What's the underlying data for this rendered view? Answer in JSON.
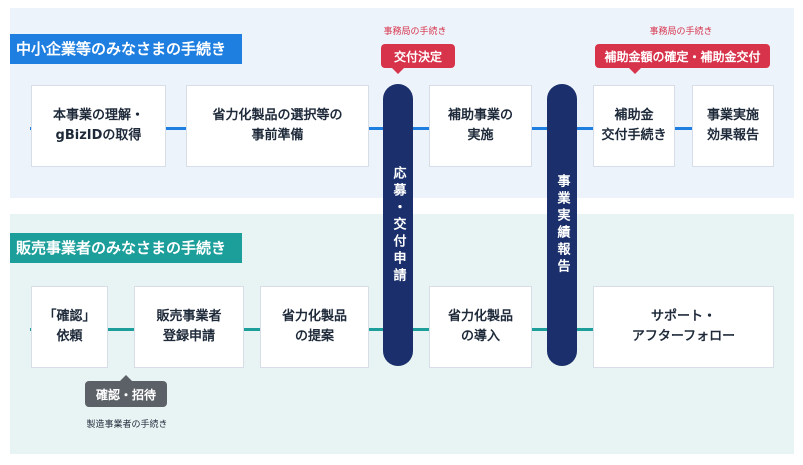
{
  "sections": {
    "sme": {
      "title": "中小企業等のみなさまの手続き"
    },
    "vendor": {
      "title": "販売事業者のみなさまの手続き"
    }
  },
  "sme_steps": [
    "本事業の理解・\ngBizIDの取得",
    "省力化製品の選択等の\n事前準備",
    "補助事業の\n実施",
    "補助金\n交付手続き",
    "事業実施\n効果報告"
  ],
  "vendor_steps": [
    "「確認」\n依頼",
    "販売事業者\n登録申請",
    "省力化製品\nの提案",
    "省力化製品\nの導入",
    "サポート・\nアフターフォロー"
  ],
  "milestones": {
    "application": "応募・交付申請",
    "report": "事業実績報告"
  },
  "office_notes": {
    "decision_caption": "事務局の手続き",
    "decision_badge": "交付決定",
    "finalize_caption": "事務局の手続き",
    "finalize_badge": "補助金額の確定・補助金交付"
  },
  "maker_note": {
    "badge": "確認・招待",
    "caption": "製造事業者の手続き"
  },
  "colors": {
    "sme_accent": "#1f7fe0",
    "vendor_accent": "#1c9e9b",
    "milestone": "#1a2f6b",
    "office": "#d7334b",
    "maker": "#5c6067"
  }
}
